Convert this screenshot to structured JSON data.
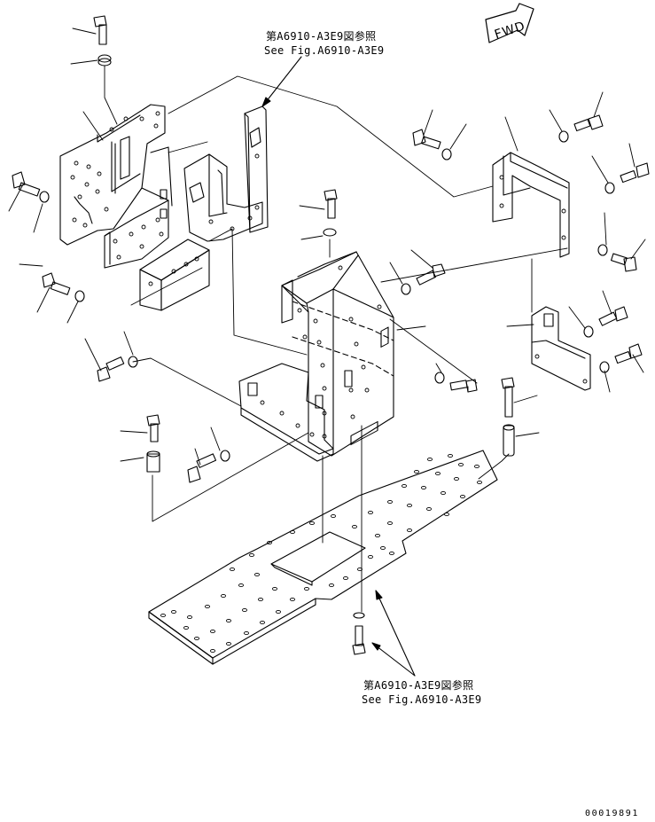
{
  "reference_top": {
    "jp": "第A6910-A3E9図参照",
    "en": "See Fig.A6910-A3E9"
  },
  "reference_bottom": {
    "jp": "第A6910-A3E9図参照",
    "en": "See Fig.A6910-A3E9"
  },
  "direction_marker": "FWD",
  "drawing_number": "00019891",
  "colors": {
    "line": "#000000",
    "background": "#ffffff"
  }
}
